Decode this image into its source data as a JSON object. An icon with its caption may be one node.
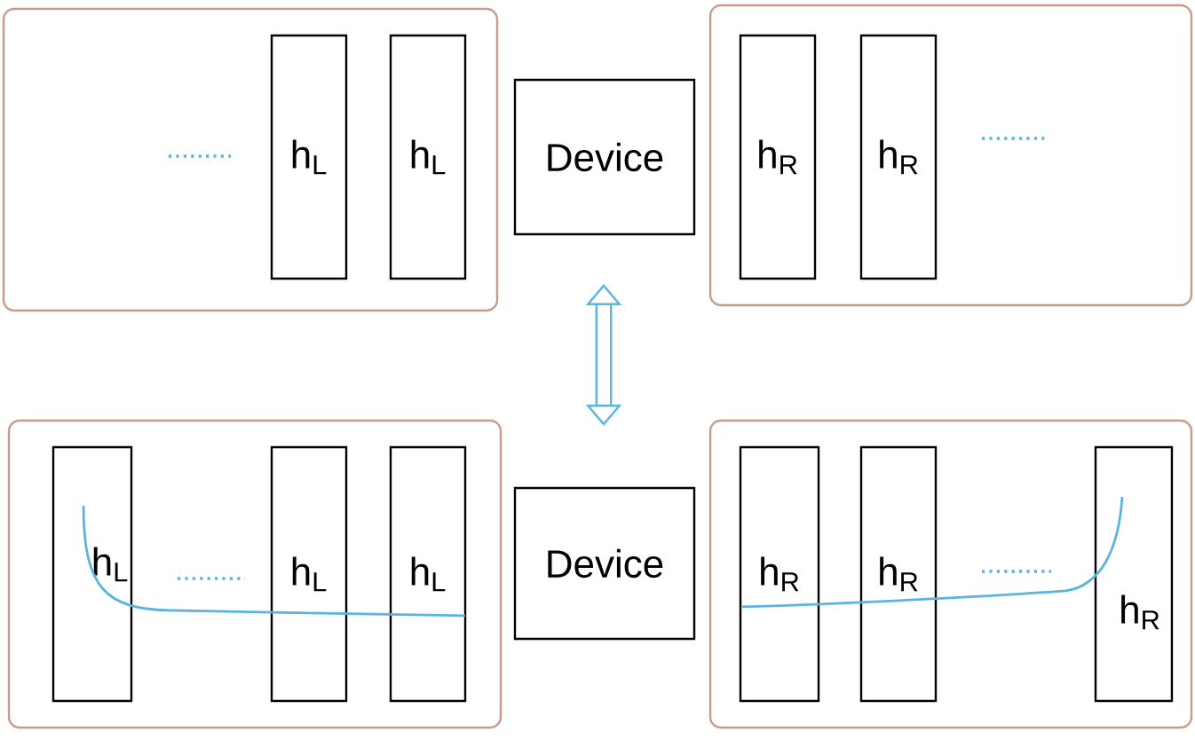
{
  "diagram": {
    "nodes": [
      {
        "text": [],
        "shape": "box"
      },
      {
        "text": [
          "h$_{L}$"
        ],
        "in": 0
      },
      {
        "text": [
          "h$_{L}$"
        ],
        "in": 0
      },
      {
        "text": [
          "Device"
        ]
      },
      {
        "text": [],
        "shape": "box"
      },
      {
        "text": [
          "h$_{R}$"
        ],
        "in": 4
      },
      {
        "text": [
          "h$_{R}$"
        ],
        "in": 4
      },
      {
        "text": [],
        "shape": "box"
      },
      {
        "text": [
          "h$_{L}$"
        ],
        "in": 7
      },
      {
        "text": [
          "h$_{L}$"
        ],
        "in": 7
      },
      {
        "text": [
          "h$_{L}$"
        ],
        "in": 7
      },
      {
        "text": [
          "Device"
        ]
      },
      {
        "text": [],
        "shape": "box"
      },
      {
        "text": [
          "h$_{R}$"
        ],
        "in": 12
      },
      {
        "text": [
          "h$_{R}$"
        ],
        "in": 12
      },
      {
        "text": [
          "h$_{R}$"
        ],
        "in": 12
      }
    ]
  }
}
